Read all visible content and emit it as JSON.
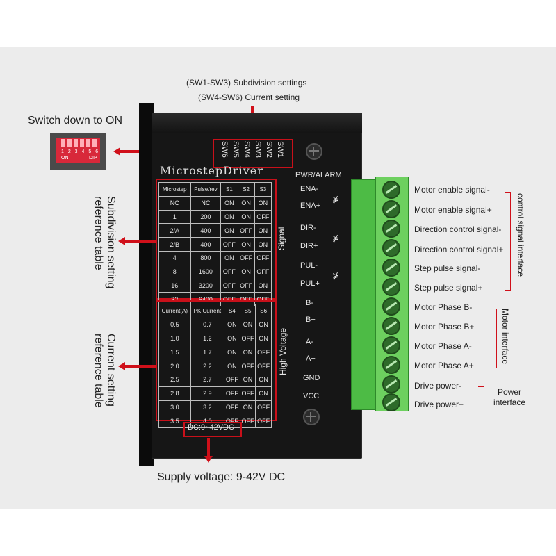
{
  "top_caption": {
    "line1": "(SW1-SW3) Subdivision settings",
    "line2": "(SW4-SW6) Current setting"
  },
  "switch_callout": {
    "text": "Switch down to ON",
    "dip_numbers": "1 2 3 4 5 6",
    "dip_on": "ON",
    "dip_label": "DIP"
  },
  "driver": {
    "title": "MicrostepDriver",
    "pwr_alarm": "PWR/ALARM",
    "sw_labels": [
      "SW6",
      "SW5",
      "SW4",
      "SW3",
      "SW2",
      "SW1"
    ],
    "dc_label": "DC:9~42VDC",
    "signal_group": "Signal",
    "hv_group": "High Voltage"
  },
  "subdivision_table": {
    "headers": [
      "Microstep",
      "Pulse/rev",
      "S1",
      "S2",
      "S3"
    ],
    "rows": [
      [
        "NC",
        "NC",
        "ON",
        "ON",
        "ON"
      ],
      [
        "1",
        "200",
        "ON",
        "ON",
        "OFF"
      ],
      [
        "2/A",
        "400",
        "ON",
        "OFF",
        "ON"
      ],
      [
        "2/B",
        "400",
        "OFF",
        "ON",
        "ON"
      ],
      [
        "4",
        "800",
        "ON",
        "OFF",
        "OFF"
      ],
      [
        "8",
        "1600",
        "OFF",
        "ON",
        "OFF"
      ],
      [
        "16",
        "3200",
        "OFF",
        "OFF",
        "ON"
      ],
      [
        "32",
        "6400",
        "OFF",
        "OFF",
        "OFF"
      ]
    ]
  },
  "current_table": {
    "headers": [
      "Current(A)",
      "PK Current",
      "S4",
      "S5",
      "S6"
    ],
    "rows": [
      [
        "0.5",
        "0.7",
        "ON",
        "ON",
        "ON"
      ],
      [
        "1.0",
        "1.2",
        "ON",
        "OFF",
        "ON"
      ],
      [
        "1.5",
        "1.7",
        "ON",
        "ON",
        "OFF"
      ],
      [
        "2.0",
        "2.2",
        "ON",
        "OFF",
        "OFF"
      ],
      [
        "2.5",
        "2.7",
        "OFF",
        "ON",
        "ON"
      ],
      [
        "2.8",
        "2.9",
        "OFF",
        "OFF",
        "ON"
      ],
      [
        "3.0",
        "3.2",
        "OFF",
        "ON",
        "OFF"
      ],
      [
        "3.5",
        "4.0",
        "OFF",
        "OFF",
        "OFF"
      ]
    ]
  },
  "terminal_labels": [
    "ENA-",
    "ENA+",
    "DIR-",
    "DIR+",
    "PUL-",
    "PUL+",
    "B-",
    "B+",
    "A-",
    "A+",
    "GND",
    "VCC"
  ],
  "left_annotations": {
    "subdivision": [
      "Subdivision setting",
      "reference table"
    ],
    "current": [
      "Current setting",
      "reference table"
    ]
  },
  "right_labels": {
    "control": [
      "Motor enable signal-",
      "Motor enable signal+",
      "Direction control signal-",
      "Direction control signal+",
      "Step pulse signal-",
      "Step pulse signal+"
    ],
    "motor": [
      "Motor Phase B-",
      "Motor Phase B+",
      "Motor Phase A-",
      "Motor Phase A+"
    ],
    "power": [
      "Drive power-",
      "Drive power+"
    ]
  },
  "group_labels": {
    "control": "control signal interface",
    "motor": "Motor interface",
    "power_line1": "Power",
    "power_line2": "interface"
  },
  "bottom_caption": "Supply voltage: 9-42V DC",
  "colors": {
    "accent_red": "#d0101a",
    "terminal_green": "#6dd05f",
    "body_black": "#161616"
  }
}
